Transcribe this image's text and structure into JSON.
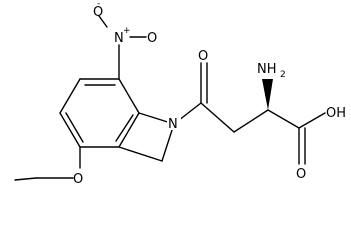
{
  "structure": {
    "line_color": "#000000",
    "background": "#ffffff",
    "atoms": {
      "nitro_o_minus": "O",
      "nitro_o_charge": "-",
      "nitro_n": "N",
      "nitro_n_charge": "+",
      "nitro_o": "O",
      "ring_n": "N",
      "carbonyl_o": "O",
      "amine_n": "NH",
      "amine_sub": "2",
      "acid_oh": "OH",
      "acid_o": "O",
      "methoxy_o": "O"
    }
  }
}
